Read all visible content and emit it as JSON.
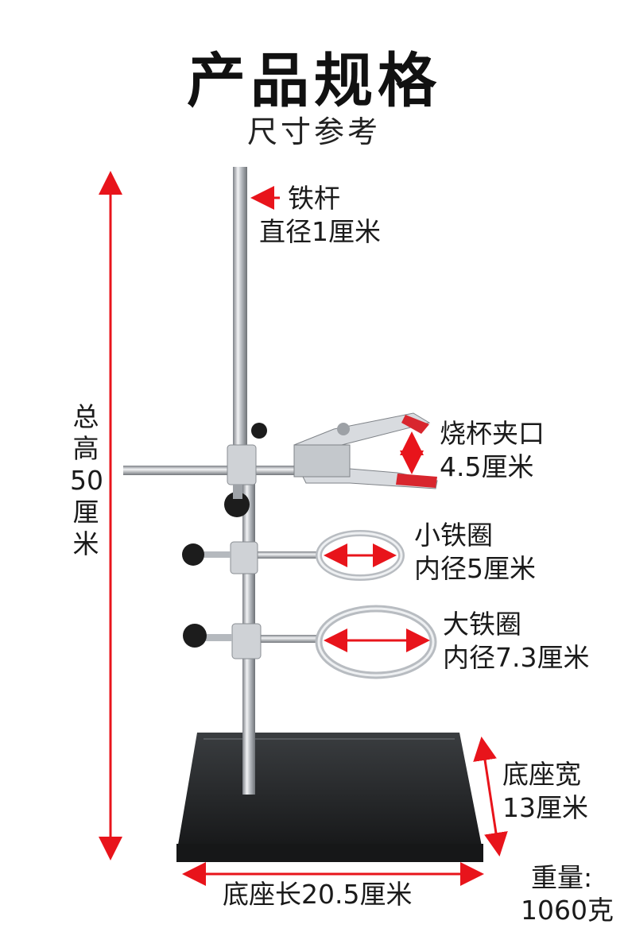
{
  "header": {
    "title": "产品规格",
    "subtitle": "尺寸参考"
  },
  "labels": {
    "rod_name": "铁杆",
    "rod_diameter": "直径1厘米",
    "clamp_name": "烧杯夹口",
    "clamp_size": "4.5厘米",
    "small_ring_name": "小铁圈",
    "small_ring_size": "内径5厘米",
    "large_ring_name": "大铁圈",
    "large_ring_size": "内径7.3厘米",
    "base_width_name": "底座宽",
    "base_width_size": "13厘米",
    "base_length": "底座长20.5厘米",
    "weight_name": "重量:",
    "weight_value": "1060克",
    "total_height_chars": [
      "总",
      "高",
      "50",
      "厘",
      "米"
    ]
  },
  "colors": {
    "arrow": "#e8141b",
    "base": "#222426",
    "steel": "#c9ccd0",
    "clamp_tip": "#d8262e"
  }
}
